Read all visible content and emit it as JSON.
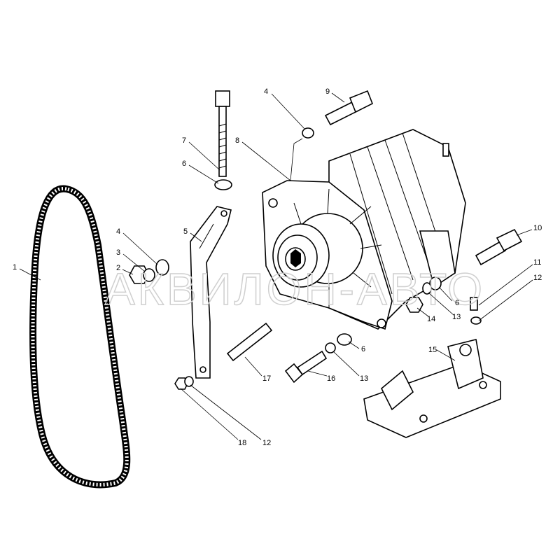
{
  "watermark": "АКВИЛОН-АВТО",
  "callouts": [
    "1",
    "2",
    "3",
    "4",
    "4",
    "5",
    "6",
    "6",
    "6",
    "7",
    "8",
    "9",
    "10",
    "11",
    "12",
    "12",
    "13",
    "13",
    "14",
    "15",
    "16",
    "17",
    "18"
  ],
  "parts": {
    "belt": "1",
    "nut": "2",
    "lock_washer": "3",
    "washer": "4",
    "bracket_tension": "5",
    "washer_flat": "6",
    "bolt_long": "7",
    "alternator": "8",
    "pivot_bolt_top": "9",
    "bolt_right": "10",
    "bolt_small": "11",
    "spring_washer": "12",
    "lock_washer_13": "13",
    "nut_14": "14",
    "mounting_bracket": "15",
    "bolt_16": "16",
    "stud": "17",
    "nut_18": "18"
  }
}
